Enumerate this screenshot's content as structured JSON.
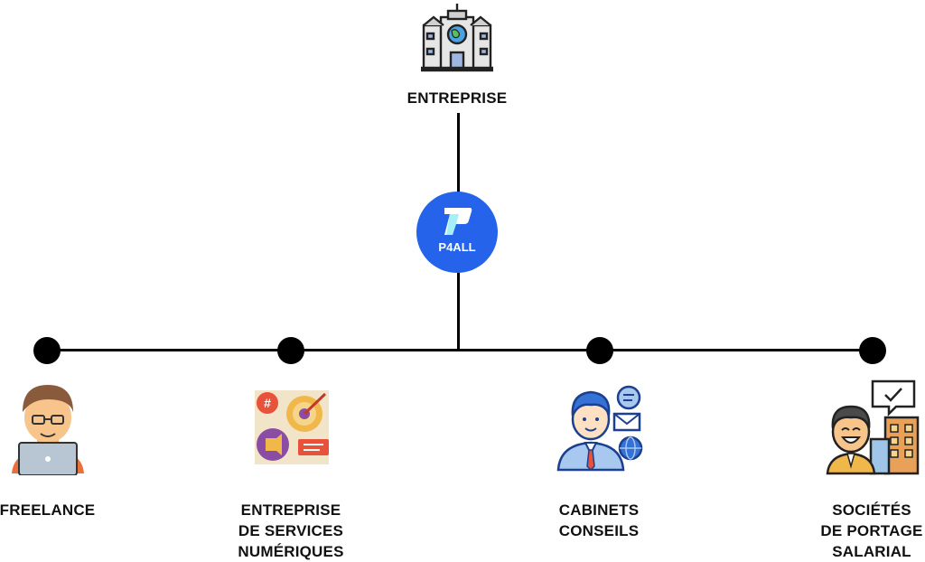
{
  "diagram": {
    "top": {
      "label": "ENTREPRISE",
      "icon": "building-icon"
    },
    "hub": {
      "label": "P4ALL",
      "icon": "p4all-logo-icon",
      "color": "#2563eb"
    },
    "nodes": [
      {
        "label": "FREELANCE",
        "icon": "freelancer-laptop-icon"
      },
      {
        "label": "ENTREPRISE\nDE SERVICES\nNUMÉRIQUES",
        "icon": "digital-marketing-icon"
      },
      {
        "label": "CABINETS\nCONSEILS",
        "icon": "consultant-icon"
      },
      {
        "label": "SOCIÉTÉS\nDE PORTAGE\nSALARIAL",
        "icon": "businessman-building-icon"
      }
    ]
  }
}
